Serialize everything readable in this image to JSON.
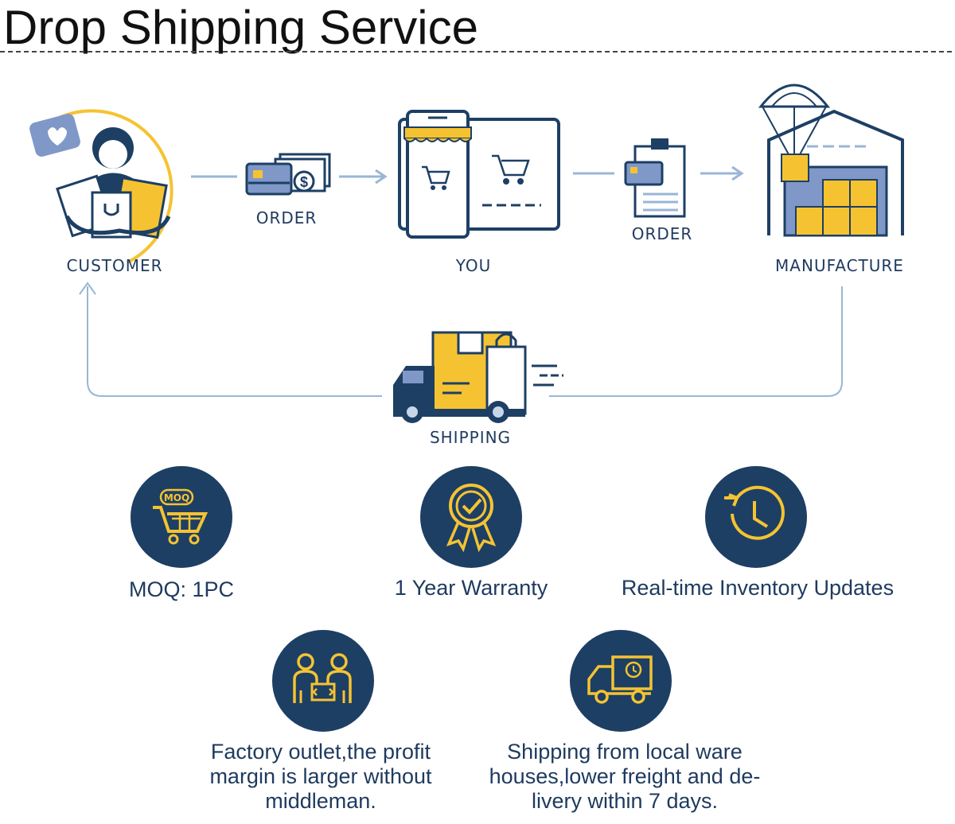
{
  "title": "Drop Shipping Service",
  "flow": {
    "customer_label": "CUSTOMER",
    "order1_label": "ORDER",
    "you_label": "YOU",
    "order2_label": "ORDER",
    "manufacture_label": "MANUFACTURE",
    "shipping_label": "SHIPPING"
  },
  "features": [
    {
      "icon": "moq-cart-icon",
      "badge": "MOQ",
      "text": "MOQ: 1PC"
    },
    {
      "icon": "warranty-medal-icon",
      "text": "1 Year Warranty"
    },
    {
      "icon": "clock-refresh-icon",
      "text": "Real-time Inventory Updates"
    },
    {
      "icon": "people-exchange-icon",
      "text": "Factory outlet,the profit margin is larger without middleman."
    },
    {
      "icon": "delivery-truck-clock-icon",
      "text": "Shipping from local ware houses,lower freight and de- livery within 7 days."
    }
  ],
  "colors": {
    "navy": "#1d3f64",
    "yellow": "#f5c332",
    "arrow": "#9ab6d4",
    "label": "#1e3a5f"
  }
}
